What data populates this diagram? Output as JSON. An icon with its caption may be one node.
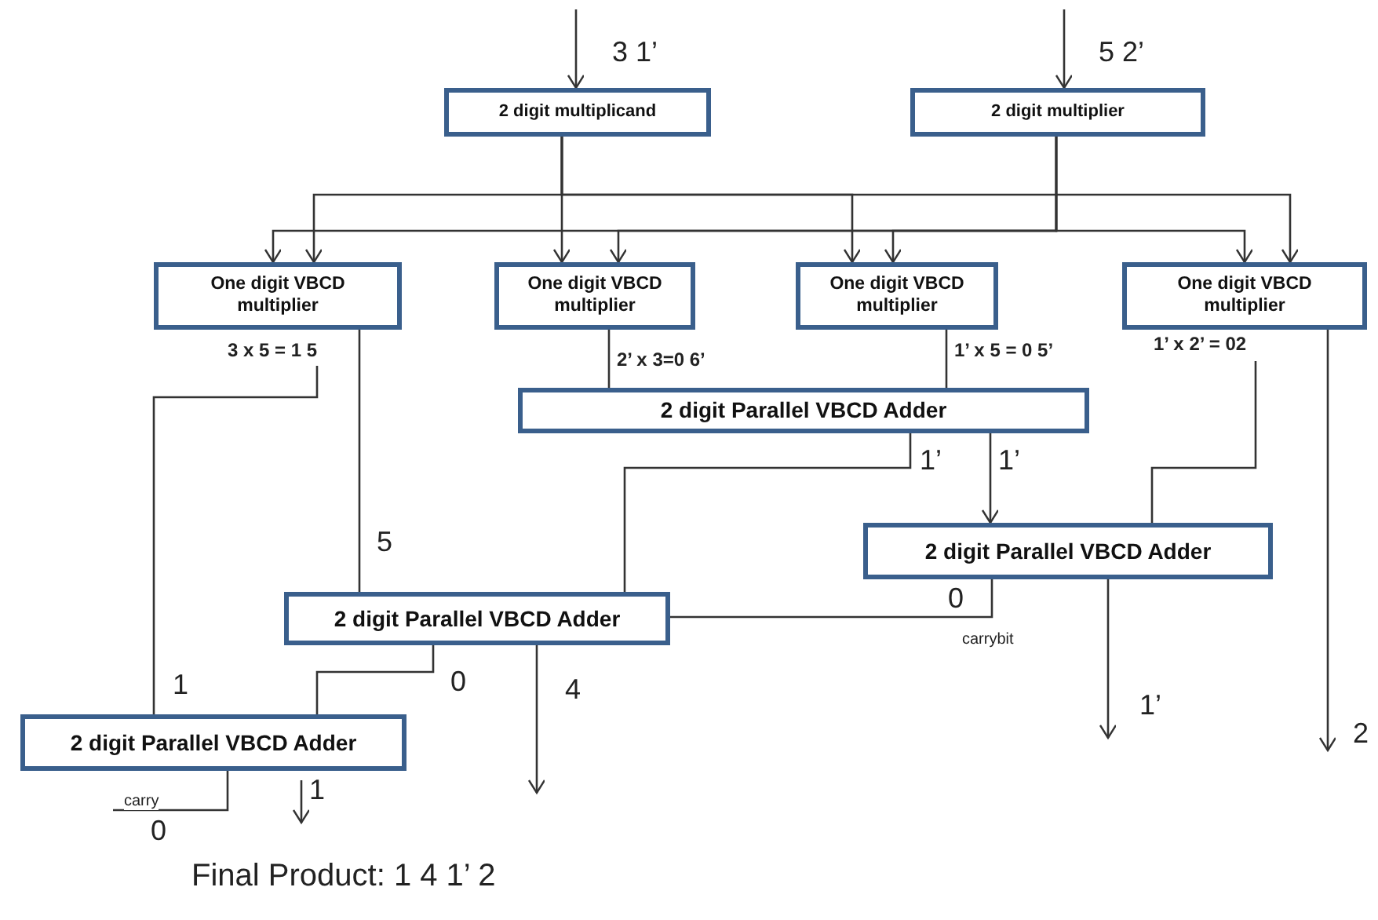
{
  "diagram": {
    "nodes": [
      {
        "text": [
          "2 digit multiplicand"
        ]
      },
      {
        "text": [
          "2 digit multiplier"
        ]
      },
      {
        "text": [
          "One digit VBCD multiplier"
        ],
        "beside": [
          "3 x 5 = 1  5"
        ]
      },
      {
        "text": [
          "One digit VBCD multiplier"
        ],
        "beside": [
          "2’ x 3=0 6’"
        ]
      },
      {
        "text": [
          "One digit VBCD multiplier"
        ],
        "beside": [
          "1’ x 5 = 0 5’"
        ]
      },
      {
        "text": [
          "One digit VBCD multiplier"
        ],
        "beside": [
          "1’ x 2’ = 02"
        ]
      },
      {
        "text": [
          "2 digit Parallel VBCD Adder"
        ]
      },
      {
        "text": [
          "2 digit Parallel VBCD Adder"
        ]
      },
      {
        "text": [
          "2 digit Parallel VBCD Adder"
        ]
      },
      {
        "text": [
          "2 digit Parallel VBCD Adder"
        ]
      }
    ],
    "edges": [
      {
        "from": null,
        "to": 0,
        "arrow": "to",
        "label": "3  1’"
      },
      {
        "from": null,
        "to": 1,
        "arrow": "to",
        "label": "5  2’"
      },
      {
        "from": 0,
        "to": 2,
        "arrow": "to"
      },
      {
        "from": 0,
        "to": 3,
        "arrow": "to"
      },
      {
        "from": 0,
        "to": 4,
        "arrow": "to"
      },
      {
        "from": 0,
        "to": 5,
        "arrow": "to"
      },
      {
        "from": 1,
        "to": 2,
        "arrow": "to"
      },
      {
        "from": 1,
        "to": 3,
        "arrow": "to"
      },
      {
        "from": 1,
        "to": 4,
        "arrow": "to"
      },
      {
        "from": 1,
        "to": 5,
        "arrow": "to"
      },
      {
        "from": 2,
        "to": 8,
        "arrow": "none",
        "label": "5"
      },
      {
        "from": 2,
        "to": 9,
        "arrow": "none",
        "label": "1"
      },
      {
        "from": 3,
        "to": 6,
        "arrow": "none"
      },
      {
        "from": 4,
        "to": 6,
        "arrow": "none"
      },
      {
        "from": 5,
        "to": 7,
        "arrow": "none"
      },
      {
        "from": 5,
        "to": null,
        "arrow": "to",
        "label": "2"
      },
      {
        "from": 6,
        "to": 7,
        "arrow": "to",
        "label": "1’"
      },
      {
        "from": 6,
        "to": 8,
        "arrow": "none",
        "label": "1’"
      },
      {
        "from": 7,
        "to": 8,
        "arrow": "none",
        "label": "0"
      },
      {
        "from": 7,
        "to": null,
        "arrow": "to",
        "label": "1’"
      },
      {
        "from": 8,
        "to": 9,
        "arrow": "none",
        "label": "0"
      },
      {
        "from": 8,
        "to": null,
        "arrow": "to",
        "label": "4"
      },
      {
        "from": 9,
        "to": null,
        "arrow": "none",
        "label": "carry"
      },
      {
        "from": 9,
        "to": null,
        "arrow": "to",
        "label": "1"
      }
    ],
    "labels": [
      "carrybit",
      "0",
      "Final Product:  1 4 1’ 2"
    ]
  }
}
